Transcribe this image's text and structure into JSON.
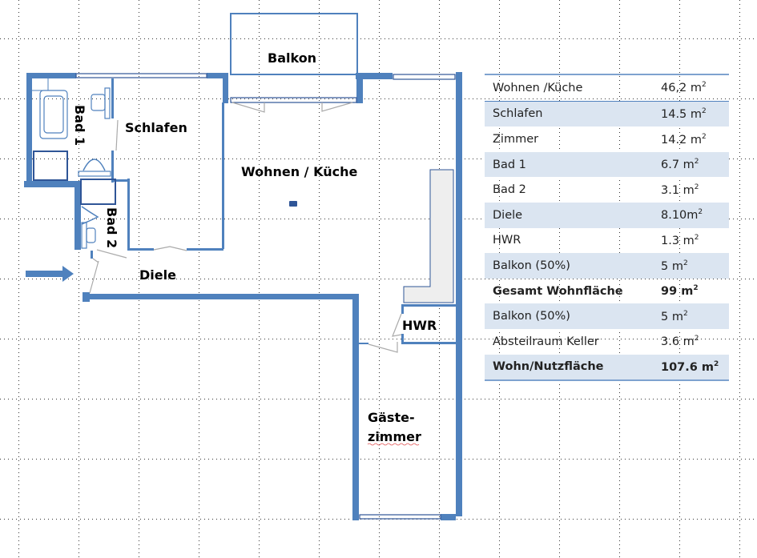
{
  "colors": {
    "wall": "#4f81bd",
    "table_stripe": "#dbe5f1",
    "counter": "#eeeeee"
  },
  "rooms": {
    "balkon": "Balkon",
    "schlafen": "Schlafen",
    "wohnen_kueche": "Wohnen / Küche",
    "bad1": "Bad 1",
    "bad2": "Bad 2",
    "diele": "Diele",
    "hwr": "HWR",
    "gaeste_line1": "Gäste-",
    "gaeste_line2": "zimmer"
  },
  "icons": {
    "entrance": "arrow-right-icon"
  },
  "area_table": {
    "unit": "m",
    "unit_exp": "2",
    "rows": [
      {
        "label": "Wohnen /Küche",
        "value": "46,2 ",
        "bold": false
      },
      {
        "label": "Schlafen",
        "value": "14.5 ",
        "bold": false
      },
      {
        "label": "Zimmer",
        "value": "14.2 ",
        "bold": false
      },
      {
        "label": "Bad 1",
        "value": "6.7 ",
        "bold": false
      },
      {
        "label": "Bad 2",
        "value": "3.1 ",
        "bold": false
      },
      {
        "label": "Diele",
        "value": "8.10",
        "bold": false
      },
      {
        "label": "HWR",
        "value": "1.3 ",
        "bold": false
      },
      {
        "label": "Balkon (50%)",
        "value": "5 ",
        "bold": false
      },
      {
        "label": "Gesamt Wohnfläche",
        "value": "99 ",
        "bold": true
      },
      {
        "label": "Balkon (50%)",
        "value": "5 ",
        "bold": false
      },
      {
        "label": "Absteilraum Keller",
        "value": "3.6 ",
        "bold": false
      },
      {
        "label": "Wohn/Nutzfläche",
        "value": "107.6 ",
        "bold": true
      }
    ]
  }
}
